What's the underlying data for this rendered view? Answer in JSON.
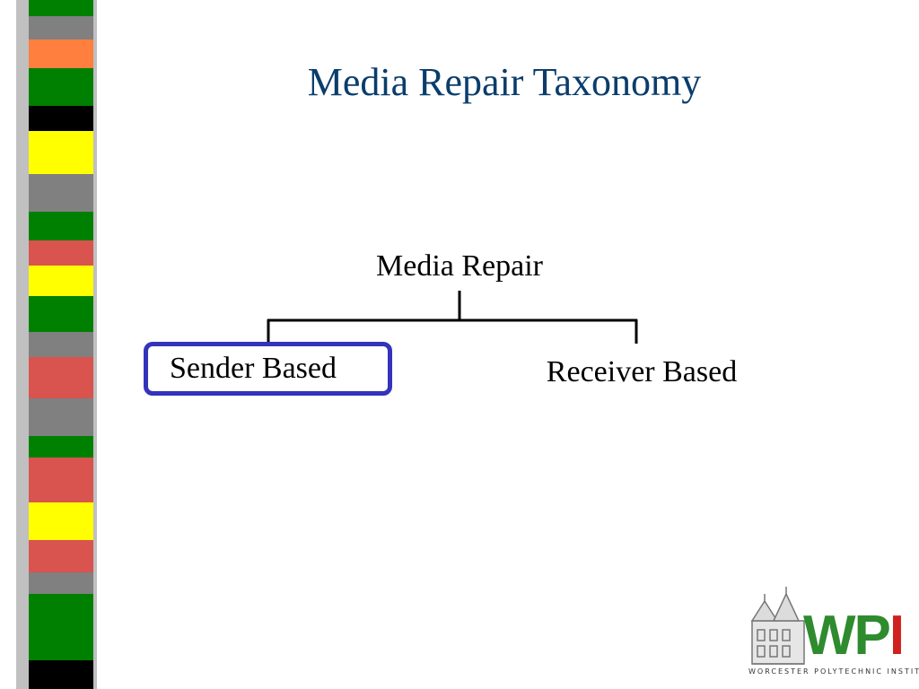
{
  "slide": {
    "title": "Media Repair Taxonomy"
  },
  "diagram": {
    "root": "Media Repair",
    "children": [
      {
        "label": "Sender Based",
        "highlighted": true
      },
      {
        "label": "Receiver Based",
        "highlighted": false
      }
    ]
  },
  "colors": {
    "title": "#0a3d6b",
    "highlight_border": "#3333bb",
    "strip_light": "#c0c0c0",
    "strip_dark": "#808080",
    "logo_green": "#2e8b2e",
    "logo_red": "#d02020"
  },
  "strip_band_colors": [
    "#008000",
    "#ff7f3f",
    "#008000",
    "#000000",
    "#ffff00",
    "#008000",
    "#d9534f",
    "#ffff00",
    "#008000",
    "#d9534f",
    "#008000",
    "#d9534f",
    "#ffff00",
    "#d9534f",
    "#008000",
    "#000000"
  ],
  "logo": {
    "letters": [
      "W",
      "P",
      "I"
    ],
    "caption": "WORCESTER POLYTECHNIC INSTITUTE"
  }
}
